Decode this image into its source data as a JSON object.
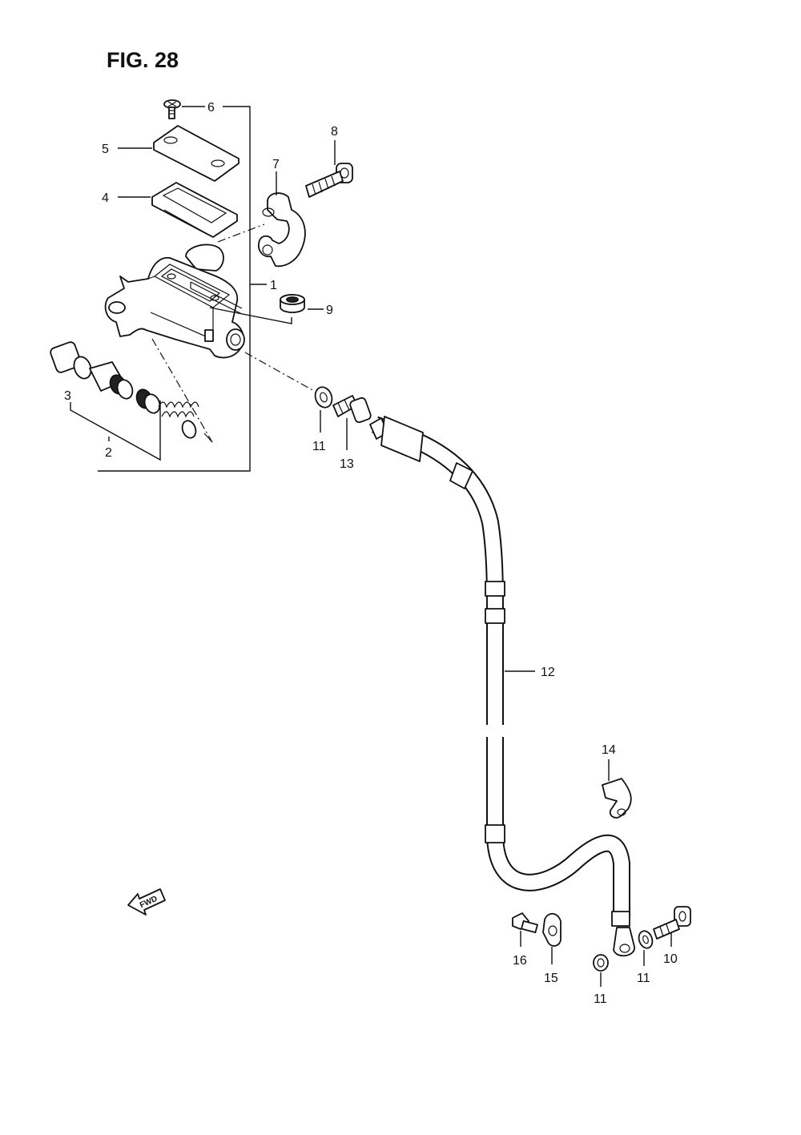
{
  "figure": {
    "title": "FIG. 28"
  },
  "fwd_arrow": {
    "text": "FWD",
    "icon": "fwd-arrow-icon"
  },
  "callouts": [
    {
      "id": "c1",
      "text": "1"
    },
    {
      "id": "c2",
      "text": "2"
    },
    {
      "id": "c3",
      "text": "3"
    },
    {
      "id": "c4",
      "text": "4"
    },
    {
      "id": "c5",
      "text": "5"
    },
    {
      "id": "c6",
      "text": "6"
    },
    {
      "id": "c7",
      "text": "7"
    },
    {
      "id": "c8",
      "text": "8"
    },
    {
      "id": "c9",
      "text": "9"
    },
    {
      "id": "c10",
      "text": "10"
    },
    {
      "id": "c11a",
      "text": "11"
    },
    {
      "id": "c11b",
      "text": "11"
    },
    {
      "id": "c11c",
      "text": "11"
    },
    {
      "id": "c12",
      "text": "12"
    },
    {
      "id": "c13",
      "text": "13"
    },
    {
      "id": "c14",
      "text": "14"
    },
    {
      "id": "c15",
      "text": "15"
    },
    {
      "id": "c16",
      "text": "16"
    }
  ],
  "parts": [
    {
      "name": "cap-screw-icon"
    },
    {
      "name": "reservoir-cap-icon"
    },
    {
      "name": "diaphragm-icon"
    },
    {
      "name": "master-cylinder-icon"
    },
    {
      "name": "clamp-icon"
    },
    {
      "name": "clamp-bolt-icon"
    },
    {
      "name": "boot-icon"
    },
    {
      "name": "piston-set-icon"
    },
    {
      "name": "washer-icon"
    },
    {
      "name": "union-bolt-icon"
    },
    {
      "name": "brake-hose-icon"
    },
    {
      "name": "hose-guide-icon"
    },
    {
      "name": "hose-clamp-icon"
    },
    {
      "name": "bolt-icon"
    }
  ]
}
